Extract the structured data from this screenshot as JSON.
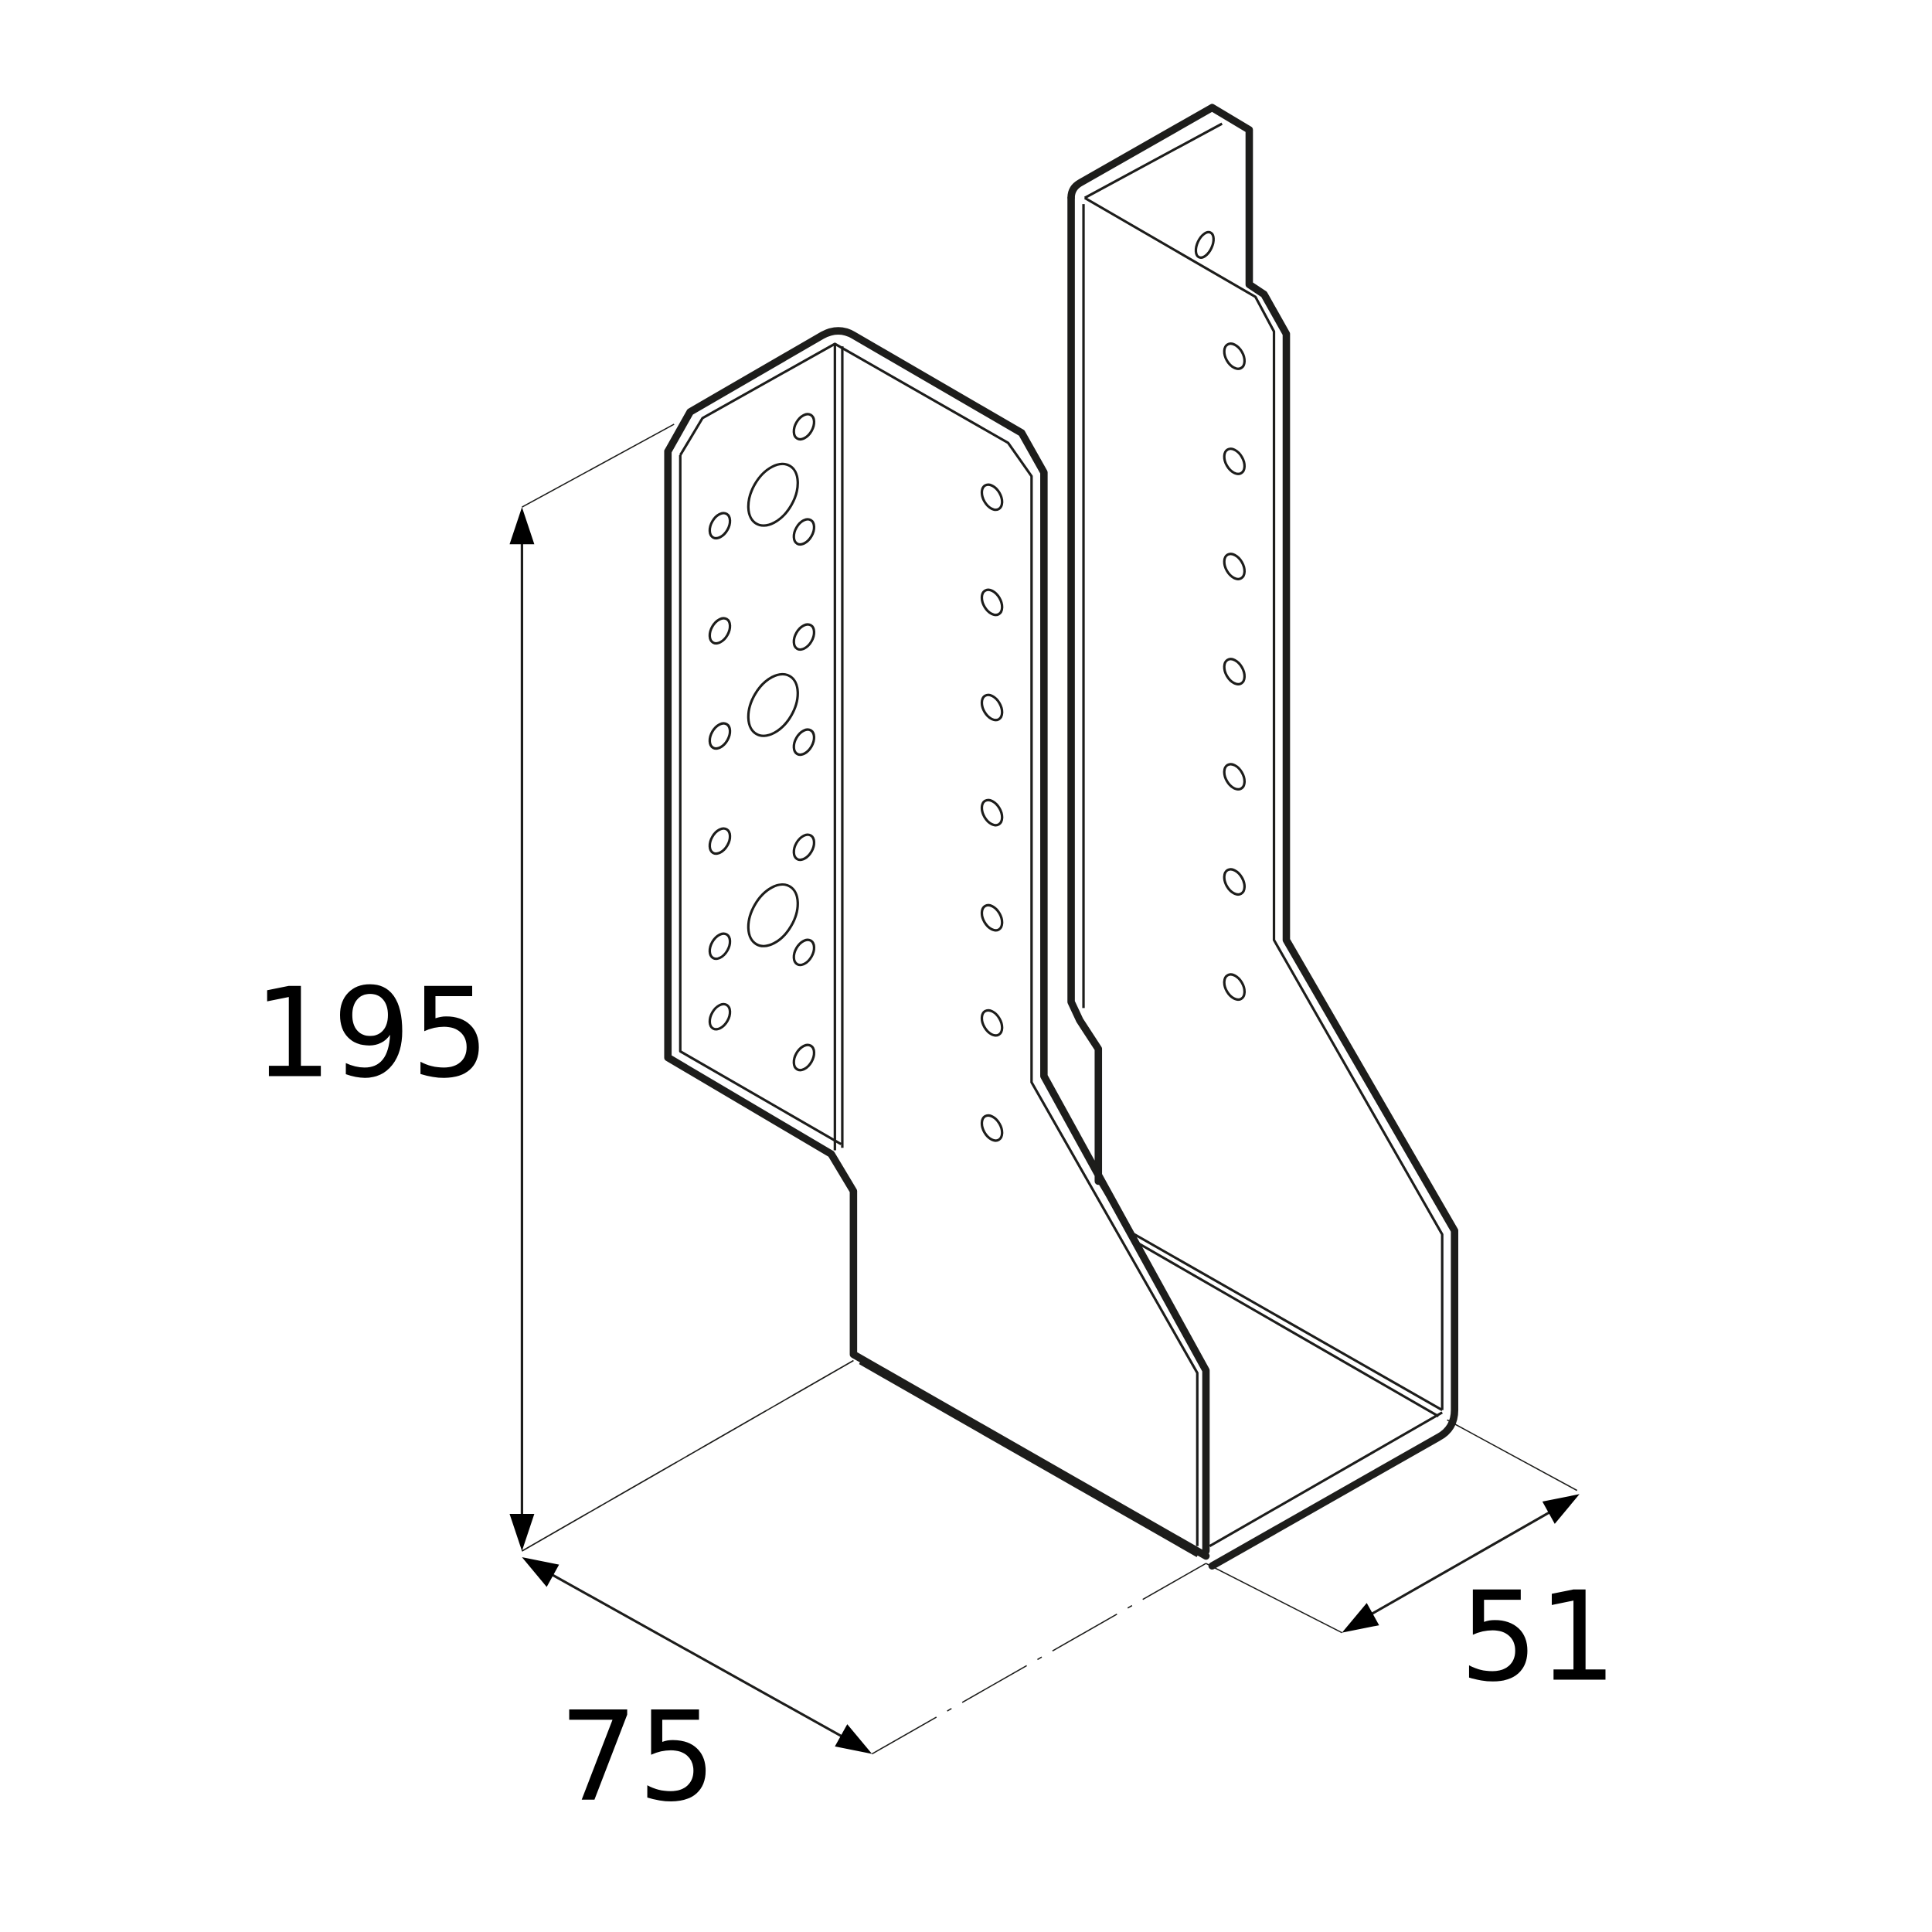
{
  "title": "Joist hanger – dimensioned isometric drawing",
  "colors": {
    "line": "#1d1d1b",
    "background": "#ffffff"
  },
  "dimensions": {
    "height": {
      "value": "195",
      "label": "195"
    },
    "width": {
      "value": "75",
      "label": "75"
    },
    "depth": {
      "value": "51",
      "label": "51"
    }
  },
  "holes": {
    "left_flange_small": 14,
    "left_flange_large": 3,
    "side_wall_front": 7,
    "side_wall_back": 7,
    "back_flange_top": 1
  }
}
